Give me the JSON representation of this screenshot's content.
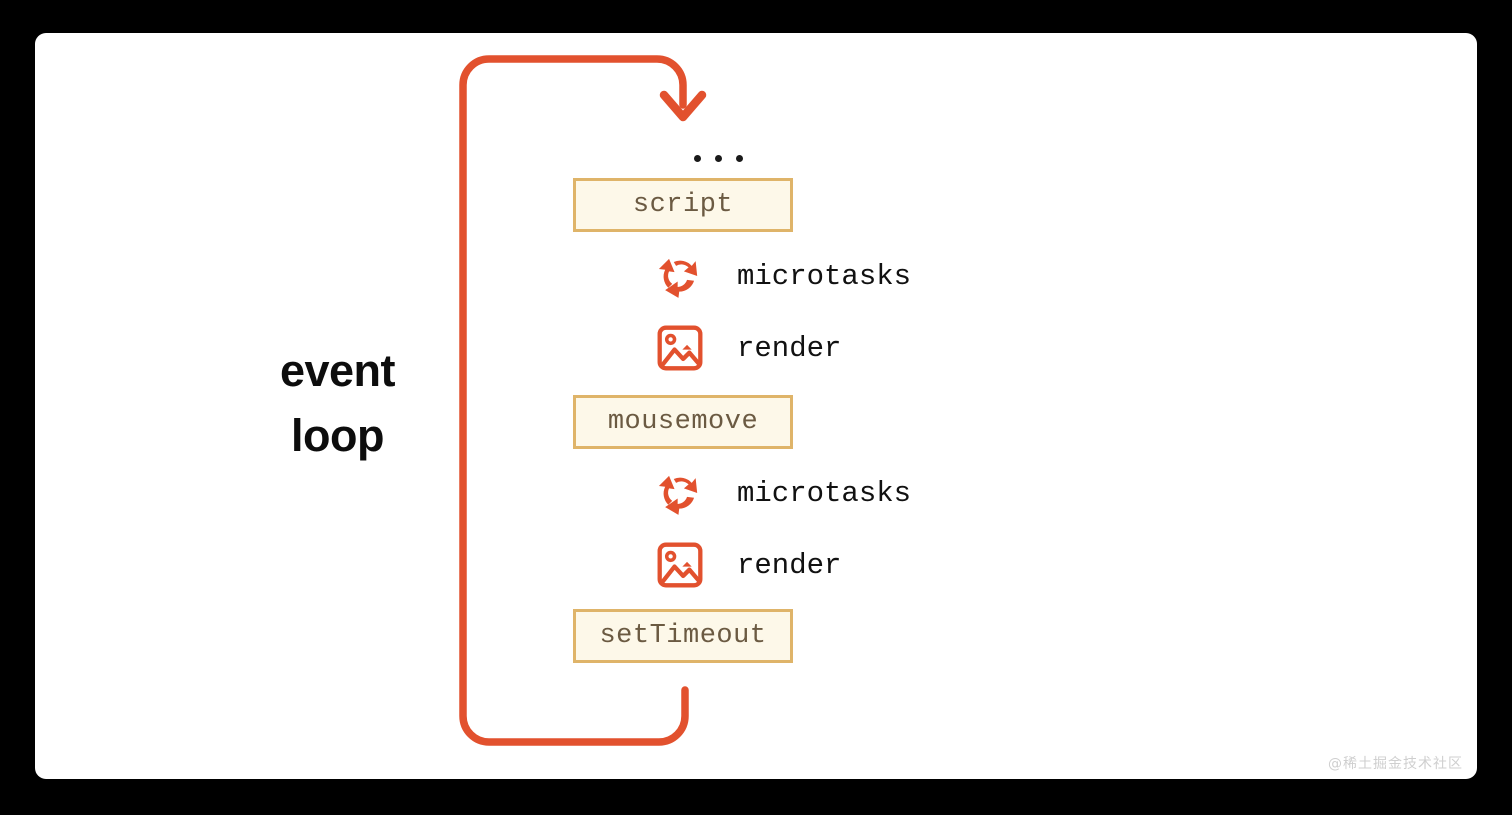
{
  "canvas": {
    "background": "#000000",
    "card_background": "#ffffff"
  },
  "colors": {
    "loop_arrow": "#e2512e",
    "box_fill": "#fdf8e9",
    "box_border": "#dfb469",
    "box_text": "#6b5a42",
    "label_text": "#111111",
    "title_text": "#0d0d0d",
    "dot": "#1a1a1a",
    "watermark": "#cfcfcf"
  },
  "title": {
    "line1": "event",
    "line2": "loop"
  },
  "ellipsis": {
    "count": 3,
    "symbol": "."
  },
  "sequence": [
    {
      "kind": "box",
      "label": "script",
      "icon": null
    },
    {
      "kind": "step",
      "label": "microtasks",
      "icon": "cycle-arrows-icon"
    },
    {
      "kind": "step",
      "label": "render",
      "icon": "image-icon"
    },
    {
      "kind": "box",
      "label": "mousemove",
      "icon": null
    },
    {
      "kind": "step",
      "label": "microtasks",
      "icon": "cycle-arrows-icon"
    },
    {
      "kind": "step",
      "label": "render",
      "icon": "image-icon"
    },
    {
      "kind": "box",
      "label": "setTimeout",
      "icon": null
    }
  ],
  "boxes": {
    "script": "script",
    "mousemove": "mousemove",
    "settimeout": "setTimeout"
  },
  "steps": {
    "microtasks_1": "microtasks",
    "render_1": "render",
    "microtasks_2": "microtasks",
    "render_2": "render"
  },
  "loop_arrow": {
    "name": "event-loop-cycle-arrow",
    "direction": "counter-clockwise",
    "head": "down-chevron"
  },
  "watermark": {
    "text": "@稀土掘金技术社区"
  }
}
